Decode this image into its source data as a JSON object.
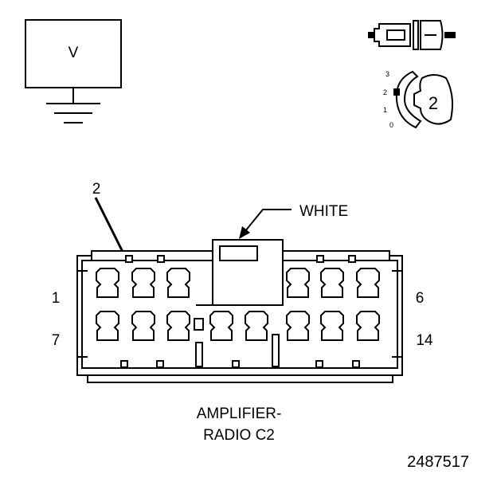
{
  "voltmeter": {
    "label": "V"
  },
  "switch_icon": {
    "positions": [
      "3",
      "2",
      "1",
      "0"
    ],
    "selected": "2"
  },
  "callout": {
    "text": "2"
  },
  "connector": {
    "color_label": "WHITE",
    "pin_labels": {
      "top_left": "1",
      "top_right": "6",
      "bottom_left": "7",
      "bottom_right": "14"
    },
    "name_line1": "AMPLIFIER-",
    "name_line2": "RADIO C2"
  },
  "figure_id": "2487517"
}
